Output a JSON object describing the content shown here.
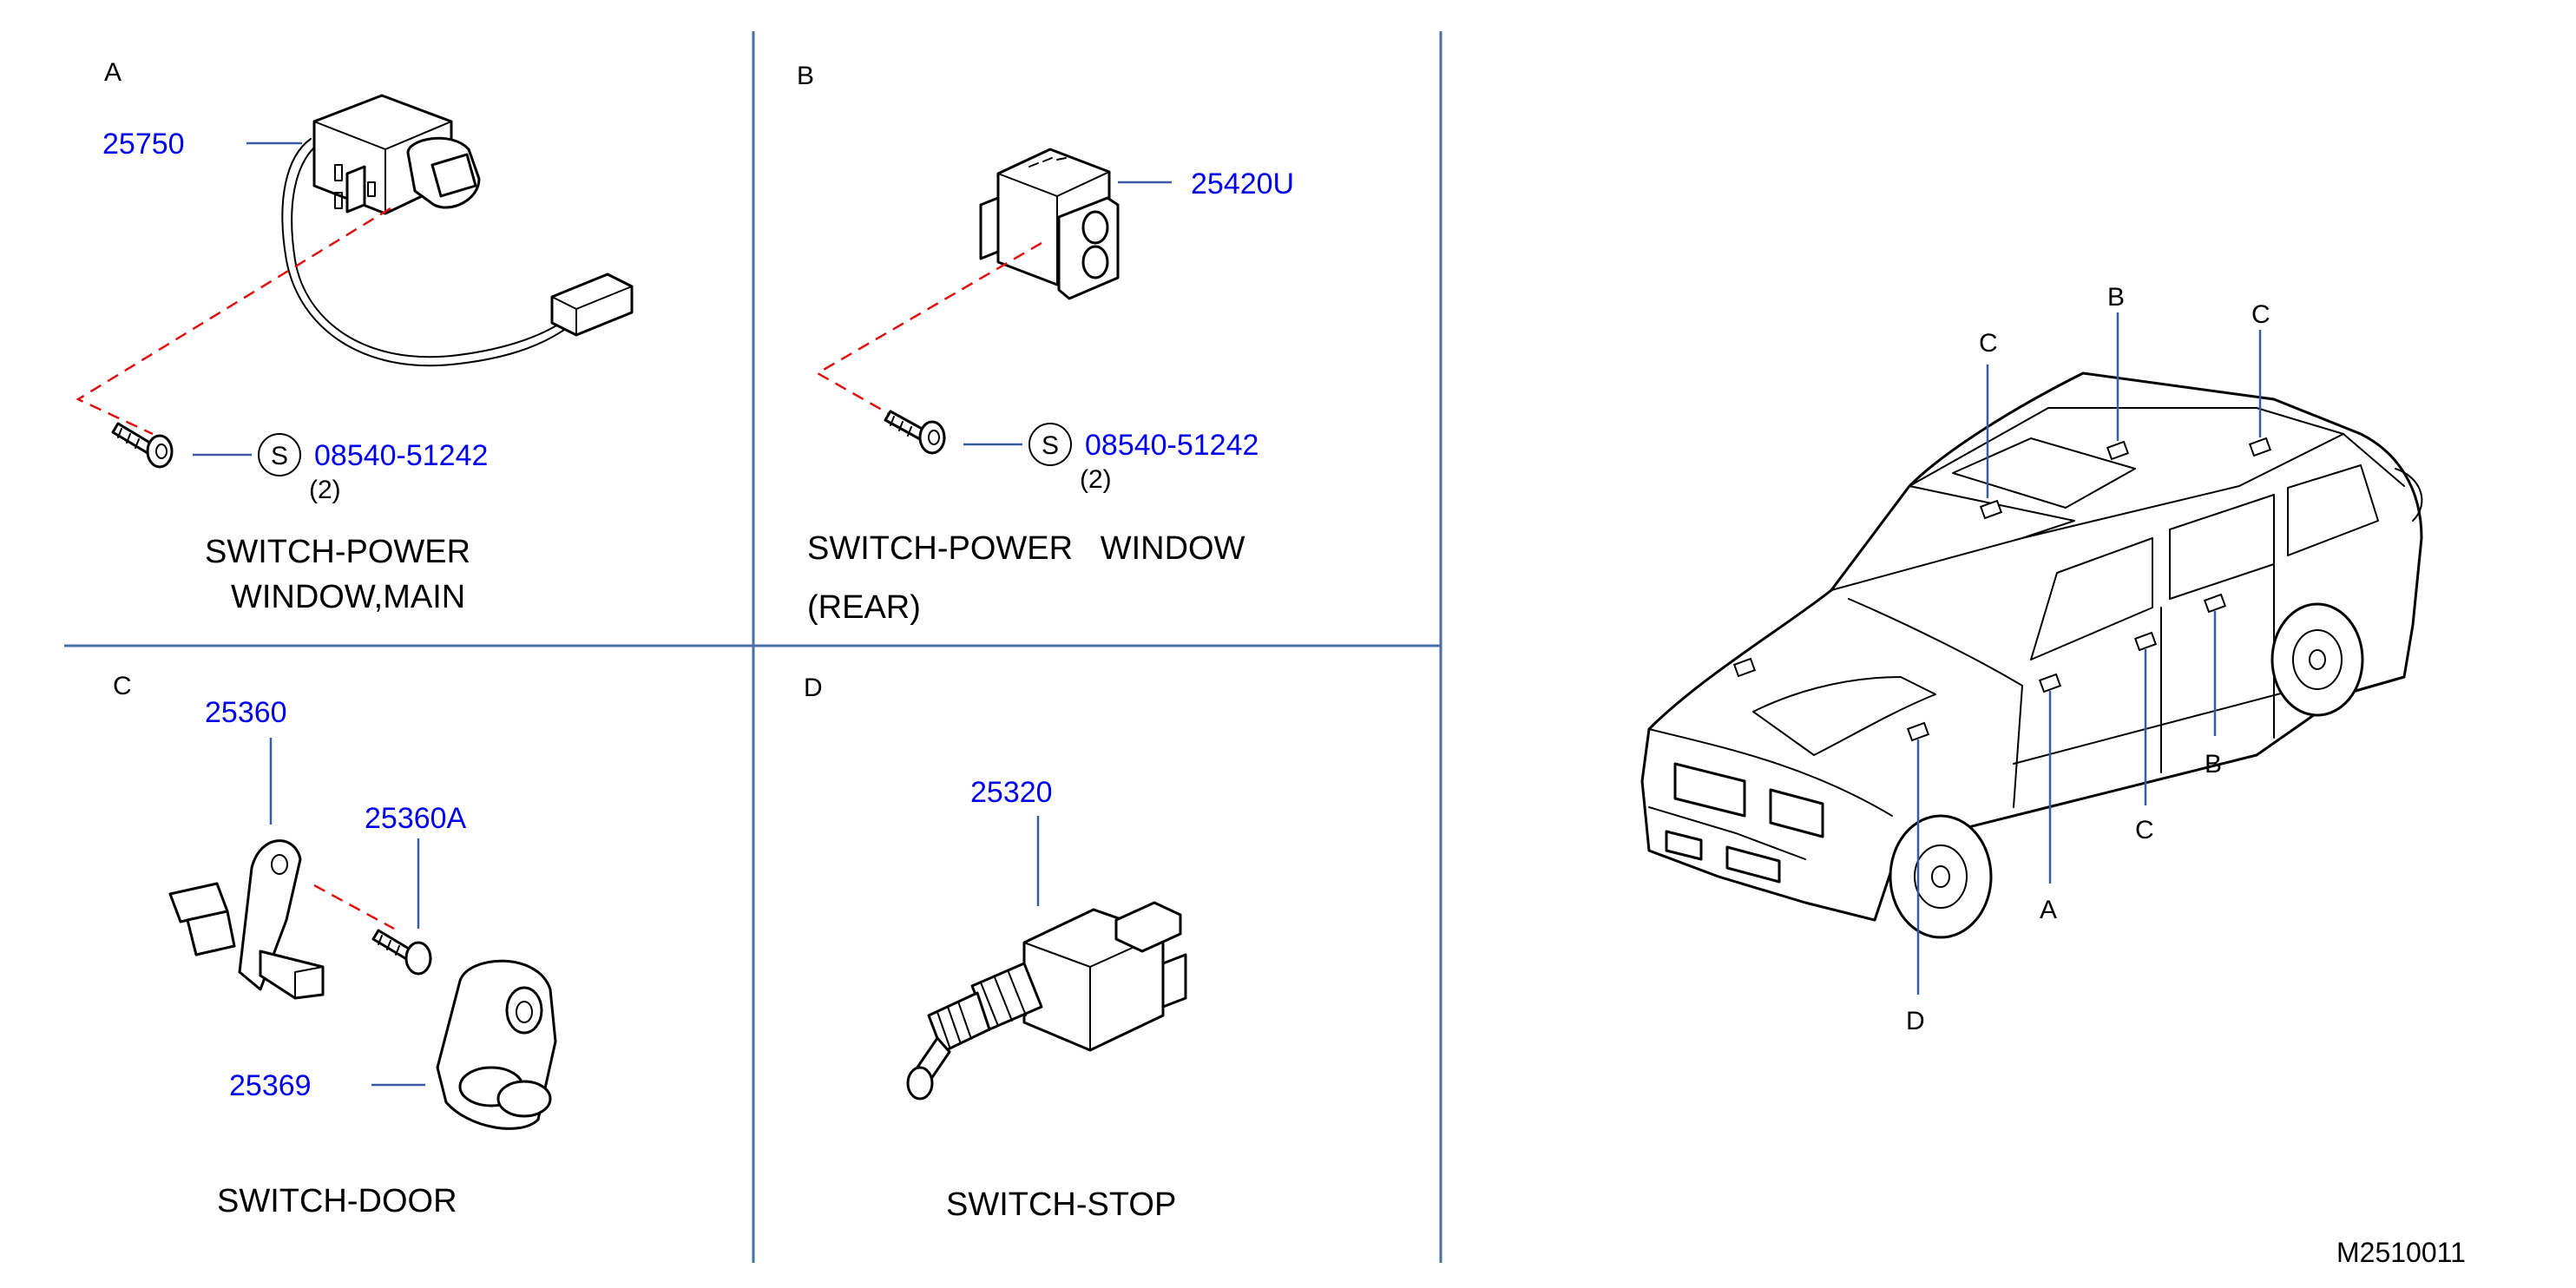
{
  "sections": {
    "A": {
      "letter": "A",
      "part_number": "25750",
      "fastener_symbol": "S",
      "fastener_number": "08540-51242",
      "fastener_qty": "(2)",
      "title_line1": "SWITCH-POWER",
      "title_line2": "WINDOW,MAIN"
    },
    "B": {
      "letter": "B",
      "part_number": "25420U",
      "fastener_symbol": "S",
      "fastener_number": "08540-51242",
      "fastener_qty": "(2)",
      "title_line1": "SWITCH-POWER   WINDOW",
      "title_line2": "(REAR)"
    },
    "C": {
      "letter": "C",
      "part_number_1": "25360",
      "part_number_2": "25360A",
      "part_number_3": "25369",
      "title": "SWITCH-DOOR"
    },
    "D": {
      "letter": "D",
      "part_number": "25320",
      "title": "SWITCH-STOP"
    }
  },
  "vehicle": {
    "locations": {
      "c_top_left": "C",
      "b_top": "B",
      "c_top_right": "C",
      "b_side": "B",
      "c_side": "C",
      "a_side": "A",
      "d_front": "D"
    }
  },
  "diagram_code": "M2510011",
  "colors": {
    "part_number": "#0000ee",
    "divider": "#4a6fa5",
    "assembly_dash": "#e01010"
  }
}
